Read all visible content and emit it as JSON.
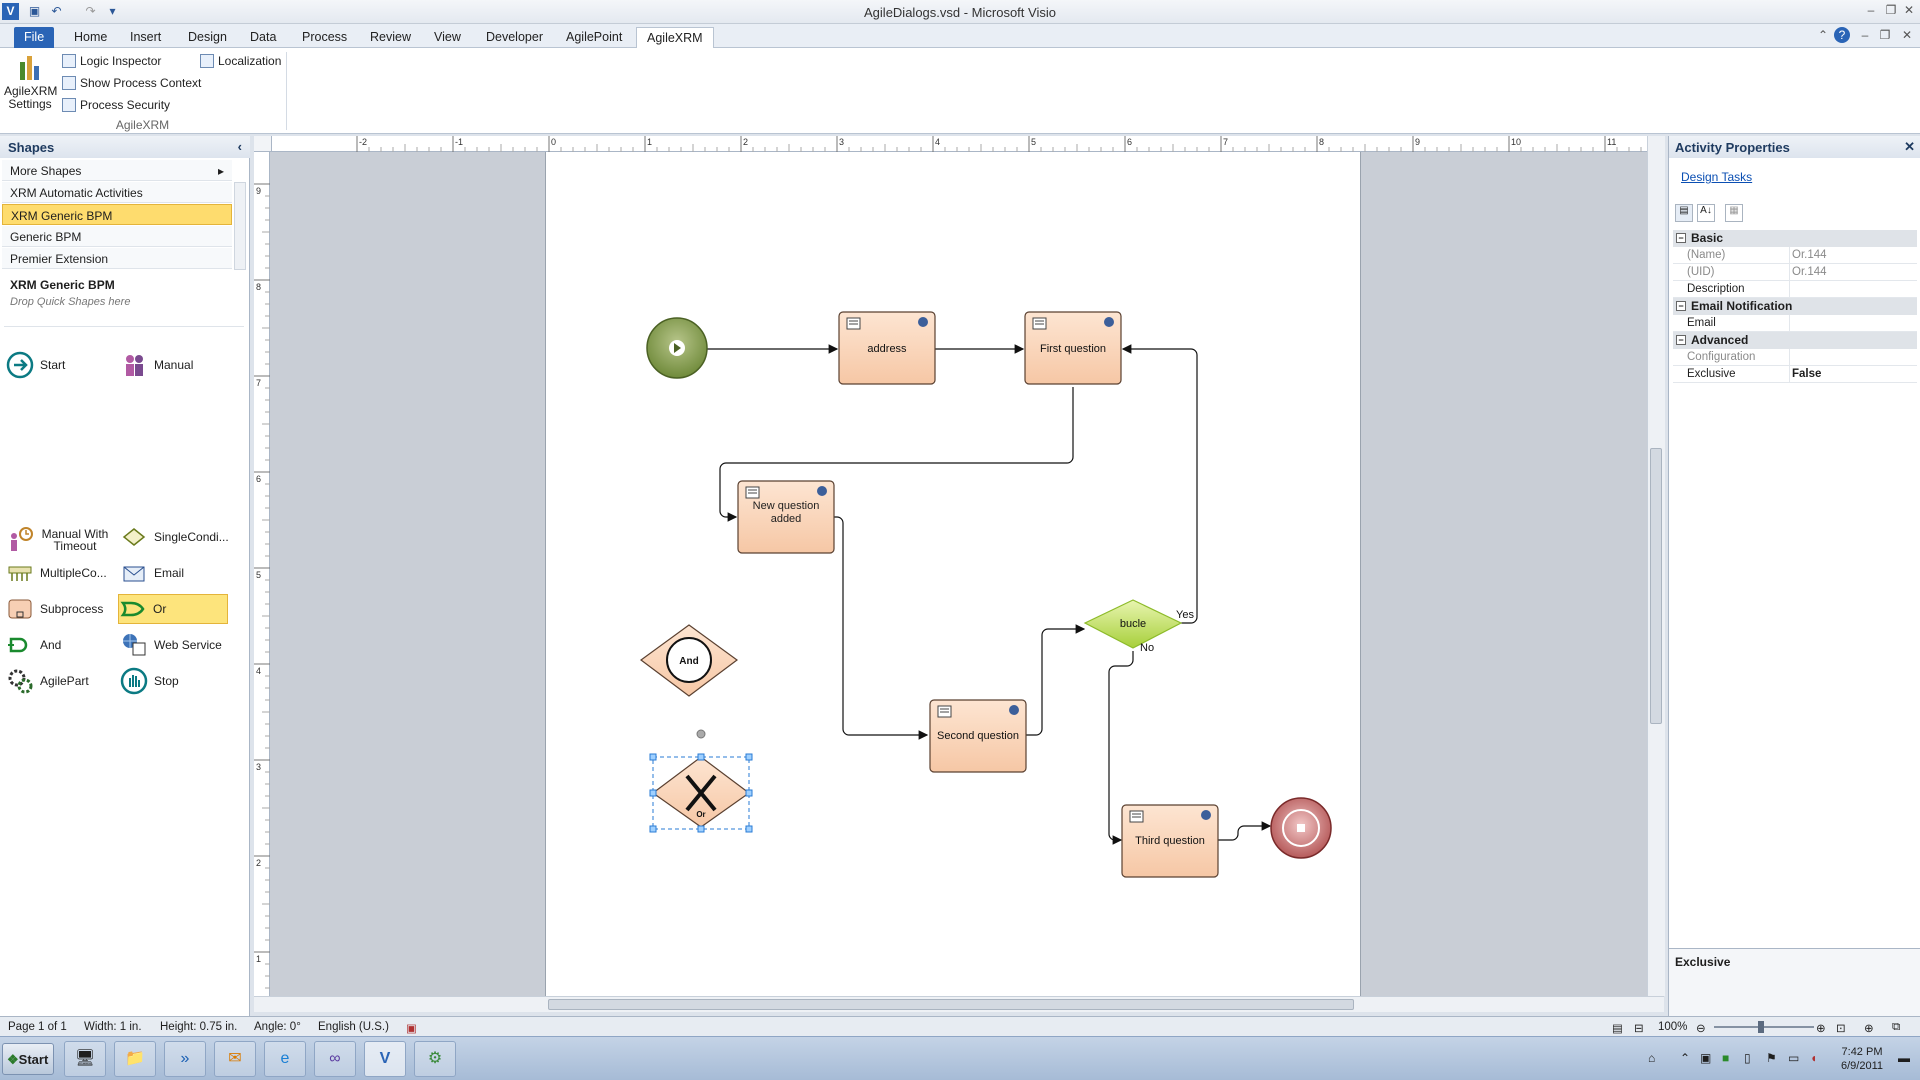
{
  "window": {
    "title": "AgileDialogs.vsd - Microsoft Visio"
  },
  "tabs": [
    "File",
    "Home",
    "Insert",
    "Design",
    "Data",
    "Process",
    "Review",
    "View",
    "Developer",
    "AgilePoint",
    "AgileXRM"
  ],
  "ribbon": {
    "settings_label": "AgileXRM Settings",
    "logic_inspector": "Logic Inspector",
    "show_process_context": "Show Process Context",
    "process_security": "Process Security",
    "localization": "Localization",
    "group_label": "AgileXRM"
  },
  "shapes_panel": {
    "title": "Shapes",
    "more_shapes": "More Shapes",
    "stencils": [
      "XRM Automatic Activities",
      "XRM Generic BPM",
      "Generic BPM",
      "Premier Extension"
    ],
    "selected_stencil": "XRM Generic BPM",
    "stencil_title": "XRM Generic BPM",
    "drop_hint": "Drop Quick Shapes here",
    "items": [
      "Start",
      "Manual",
      "Manual With Timeout",
      "SingleCondi...",
      "MultipleCo...",
      "Email",
      "Subprocess",
      "Or",
      "And",
      "Web Service",
      "AgilePart",
      "Stop"
    ]
  },
  "ruler": {
    "h_ticks": [
      "-2",
      "-1",
      "0",
      "1",
      "2",
      "3",
      "4",
      "5",
      "6",
      "7",
      "8",
      "9",
      "10",
      "11"
    ],
    "v_ticks": [
      "9",
      "8",
      "7",
      "6",
      "5",
      "4",
      "3",
      "2",
      "1"
    ]
  },
  "diagram": {
    "nodes": [
      "address",
      "First question",
      "New question added",
      "Second question",
      "Third question",
      "bucle",
      "And",
      "Or"
    ],
    "edge_labels": [
      "Yes",
      "No"
    ]
  },
  "properties": {
    "title": "Activity Properties",
    "design_tasks": "Design Tasks",
    "cat_basic": "Basic",
    "name_key": "(Name)",
    "name_val": "Or.144",
    "uid_key": "(UID)",
    "uid_val": "Or.144",
    "desc_key": "Description",
    "cat_email": "Email Notification",
    "email_key": "Email",
    "cat_advanced": "Advanced",
    "config_key": "Configuration",
    "exclusive_key": "Exclusive",
    "exclusive_val": "False",
    "footer": "Exclusive"
  },
  "status": {
    "page": "Page 1 of 1",
    "width": "Width: 1 in.",
    "height": "Height: 0.75 in.",
    "angle": "Angle: 0°",
    "lang": "English (U.S.)",
    "zoom": "100%"
  },
  "taskbar": {
    "start": "Start",
    "time": "7:42 PM",
    "date": "6/9/2011"
  }
}
